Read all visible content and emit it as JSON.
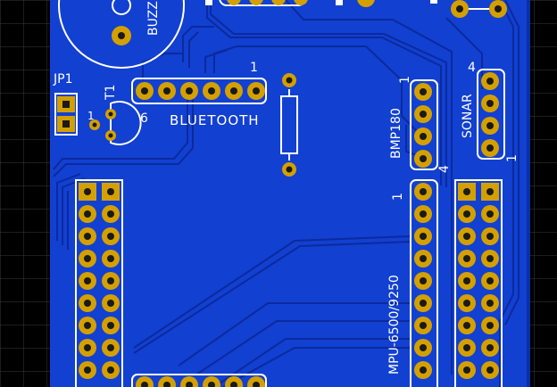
{
  "colors": {
    "background": "#000000",
    "grid": "#3a3a3a",
    "copper": "#1240d0",
    "copper_edge": "#0a2fa8",
    "trace": "#0b2a9e",
    "pad": "#d4a000",
    "pad_hole": "#1a1a1a",
    "silk": "#ffffff"
  },
  "labels": {
    "buzzer": "BUZZ",
    "jp1": "JP1",
    "t1": "T1",
    "t1_pin": "1",
    "bluetooth": "BLUETOOTH",
    "bt_pin_first": "6",
    "bt_pin_last": "1",
    "bmp180": "BMP180",
    "bmp_pin_first": "1",
    "bmp_pin_last": "4",
    "sonar": "SONAR",
    "sonar_pin_first": "4",
    "sonar_pin_last": "1",
    "mpu": "MPU-6500/9250",
    "mpu_pin_first": "1"
  },
  "icons": {
    "pad": "solder-pad-icon",
    "mount_hole": "mounting-hole-icon"
  }
}
